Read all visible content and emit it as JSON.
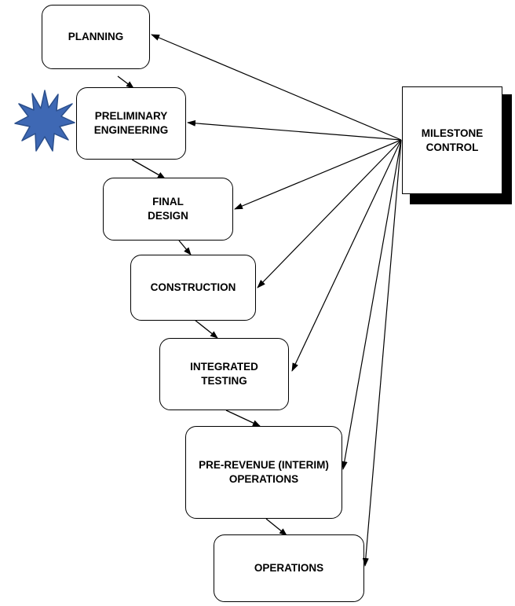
{
  "diagram": {
    "stages": [
      {
        "id": "planning",
        "label": "PLANNING"
      },
      {
        "id": "preliminary-engineering",
        "label": "PRELIMINARY\nENGINEERING"
      },
      {
        "id": "final-design",
        "label": "FINAL\nDESIGN"
      },
      {
        "id": "construction",
        "label": "CONSTRUCTION"
      },
      {
        "id": "integrated-testing",
        "label": "INTEGRATED\nTESTING"
      },
      {
        "id": "pre-revenue-operations",
        "label": "PRE-REVENUE (INTERIM)\nOPERATIONS"
      },
      {
        "id": "operations",
        "label": "OPERATIONS"
      }
    ],
    "milestone": {
      "label": "MILESTONE\nCONTROL"
    },
    "current_stage_marker": {
      "stage": "preliminary-engineering",
      "color": "#3e68b4"
    }
  }
}
